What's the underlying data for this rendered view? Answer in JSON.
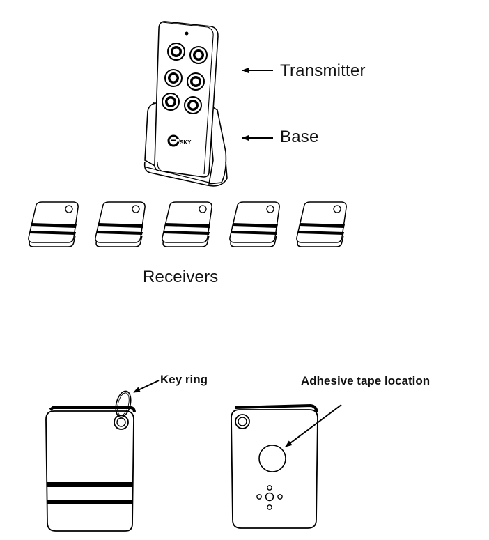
{
  "labels": {
    "transmitter": "Transmitter",
    "base": "Base",
    "receivers": "Receivers",
    "key_ring": "Key ring",
    "adhesive": "Adhesive tape location"
  },
  "brand_logo": "Esky",
  "transmitter": {
    "button_count": 6
  },
  "receivers": {
    "count": 5
  }
}
